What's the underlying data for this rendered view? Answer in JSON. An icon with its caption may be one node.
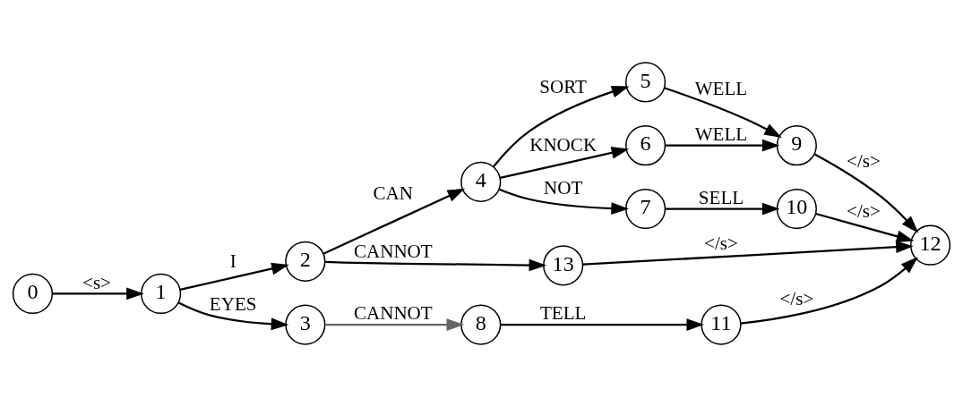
{
  "diagram": {
    "nodes": [
      {
        "text": [
          "0"
        ]
      },
      {
        "text": [
          "1"
        ]
      },
      {
        "text": [
          "2"
        ]
      },
      {
        "text": [
          "3"
        ]
      },
      {
        "text": [
          "4"
        ]
      },
      {
        "text": [
          "5"
        ]
      },
      {
        "text": [
          "6"
        ]
      },
      {
        "text": [
          "7"
        ]
      },
      {
        "text": [
          "8"
        ]
      },
      {
        "text": [
          "9"
        ]
      },
      {
        "text": [
          "10"
        ]
      },
      {
        "text": [
          "11"
        ]
      },
      {
        "text": [
          "12"
        ]
      },
      {
        "text": [
          "13"
        ]
      }
    ],
    "edges": [
      {
        "from": 0,
        "to": 1,
        "arrow": "to",
        "label": "<s>"
      },
      {
        "from": 1,
        "to": 2,
        "arrow": "to",
        "label": "I"
      },
      {
        "from": 1,
        "to": 3,
        "arrow": "to",
        "label": "EYES"
      },
      {
        "from": 2,
        "to": 4,
        "arrow": "to",
        "label": "CAN"
      },
      {
        "from": 2,
        "to": 13,
        "arrow": "to",
        "label": "CANNOT"
      },
      {
        "from": 4,
        "to": 5,
        "arrow": "to",
        "label": "SORT"
      },
      {
        "from": 4,
        "to": 6,
        "arrow": "to",
        "label": "KNOCK"
      },
      {
        "from": 4,
        "to": 7,
        "arrow": "to",
        "label": "NOT"
      },
      {
        "from": 5,
        "to": 9,
        "arrow": "to",
        "label": "WELL"
      },
      {
        "from": 6,
        "to": 9,
        "arrow": "to",
        "label": "WELL"
      },
      {
        "from": 7,
        "to": 10,
        "arrow": "to",
        "label": "SELL"
      },
      {
        "from": 9,
        "to": 12,
        "arrow": "to",
        "label": "</s>"
      },
      {
        "from": 10,
        "to": 12,
        "arrow": "to",
        "label": "</s>"
      },
      {
        "from": 13,
        "to": 12,
        "arrow": "to",
        "label": "</s>"
      },
      {
        "from": 3,
        "to": 8,
        "arrow": "to",
        "label": "CANNOT",
        "color": "#666666"
      },
      {
        "from": 8,
        "to": 11,
        "arrow": "to",
        "label": "TELL"
      },
      {
        "from": 11,
        "to": 12,
        "arrow": "to",
        "label": "</s>"
      }
    ]
  }
}
